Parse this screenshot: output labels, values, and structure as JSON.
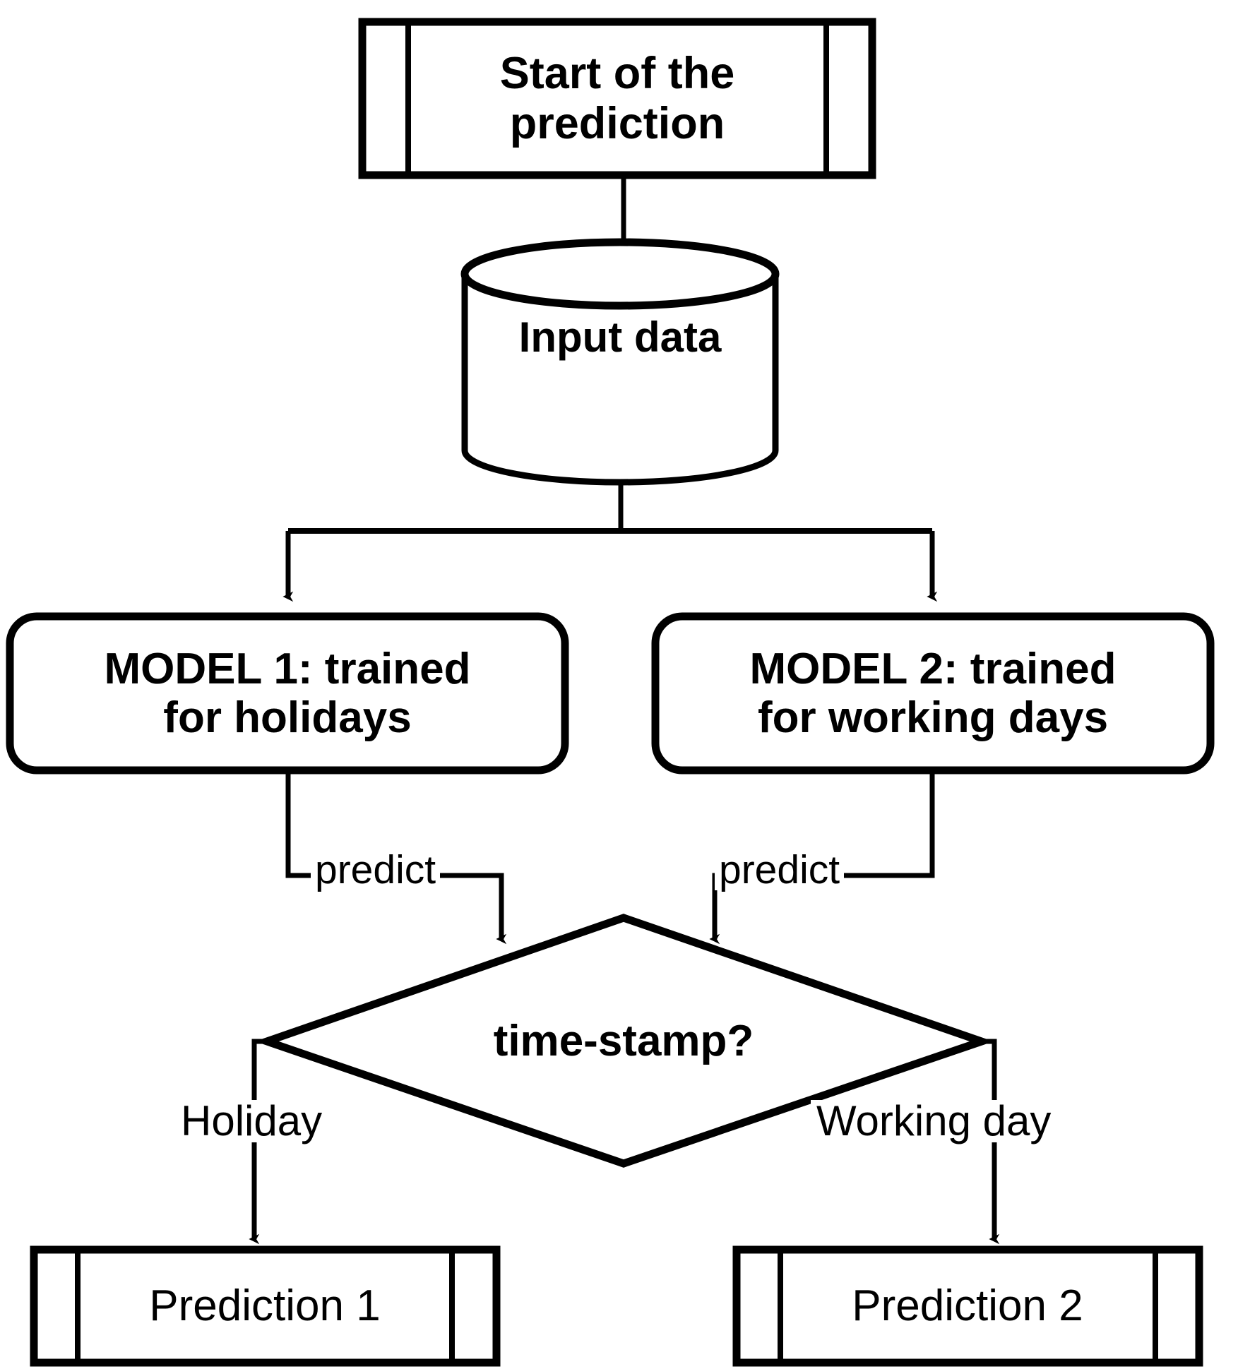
{
  "diagram": {
    "title": "Prediction flowchart",
    "background_color": "#ffffff",
    "stroke_color": "#000000",
    "nodes": {
      "start": {
        "label": "Start of the\nprediction",
        "line1": "Start of the",
        "line2": "prediction",
        "shape": "predefined-process"
      },
      "input_data": {
        "label": "Input data",
        "shape": "cylinder"
      },
      "model1": {
        "label": "MODEL 1: trained\nfor holidays",
        "line1": "MODEL 1: trained",
        "line2": "for holidays",
        "shape": "rounded-rectangle"
      },
      "model2": {
        "label": "MODEL 2: trained\nfor working days",
        "line1": "MODEL 2: trained",
        "line2": "for working days",
        "shape": "rounded-rectangle"
      },
      "decision": {
        "label": "time-stamp?",
        "shape": "diamond"
      },
      "prediction1": {
        "label": "Prediction 1",
        "shape": "predefined-process"
      },
      "prediction2": {
        "label": "Prediction 2",
        "shape": "predefined-process"
      }
    },
    "edges": {
      "start_to_input": {
        "label": ""
      },
      "input_to_model1": {
        "label": ""
      },
      "input_to_model2": {
        "label": ""
      },
      "model1_to_decision": {
        "label": "predict"
      },
      "model2_to_decision": {
        "label": "predict"
      },
      "decision_to_prediction1": {
        "label": "Holiday"
      },
      "decision_to_prediction2": {
        "label": "Working day"
      }
    }
  }
}
